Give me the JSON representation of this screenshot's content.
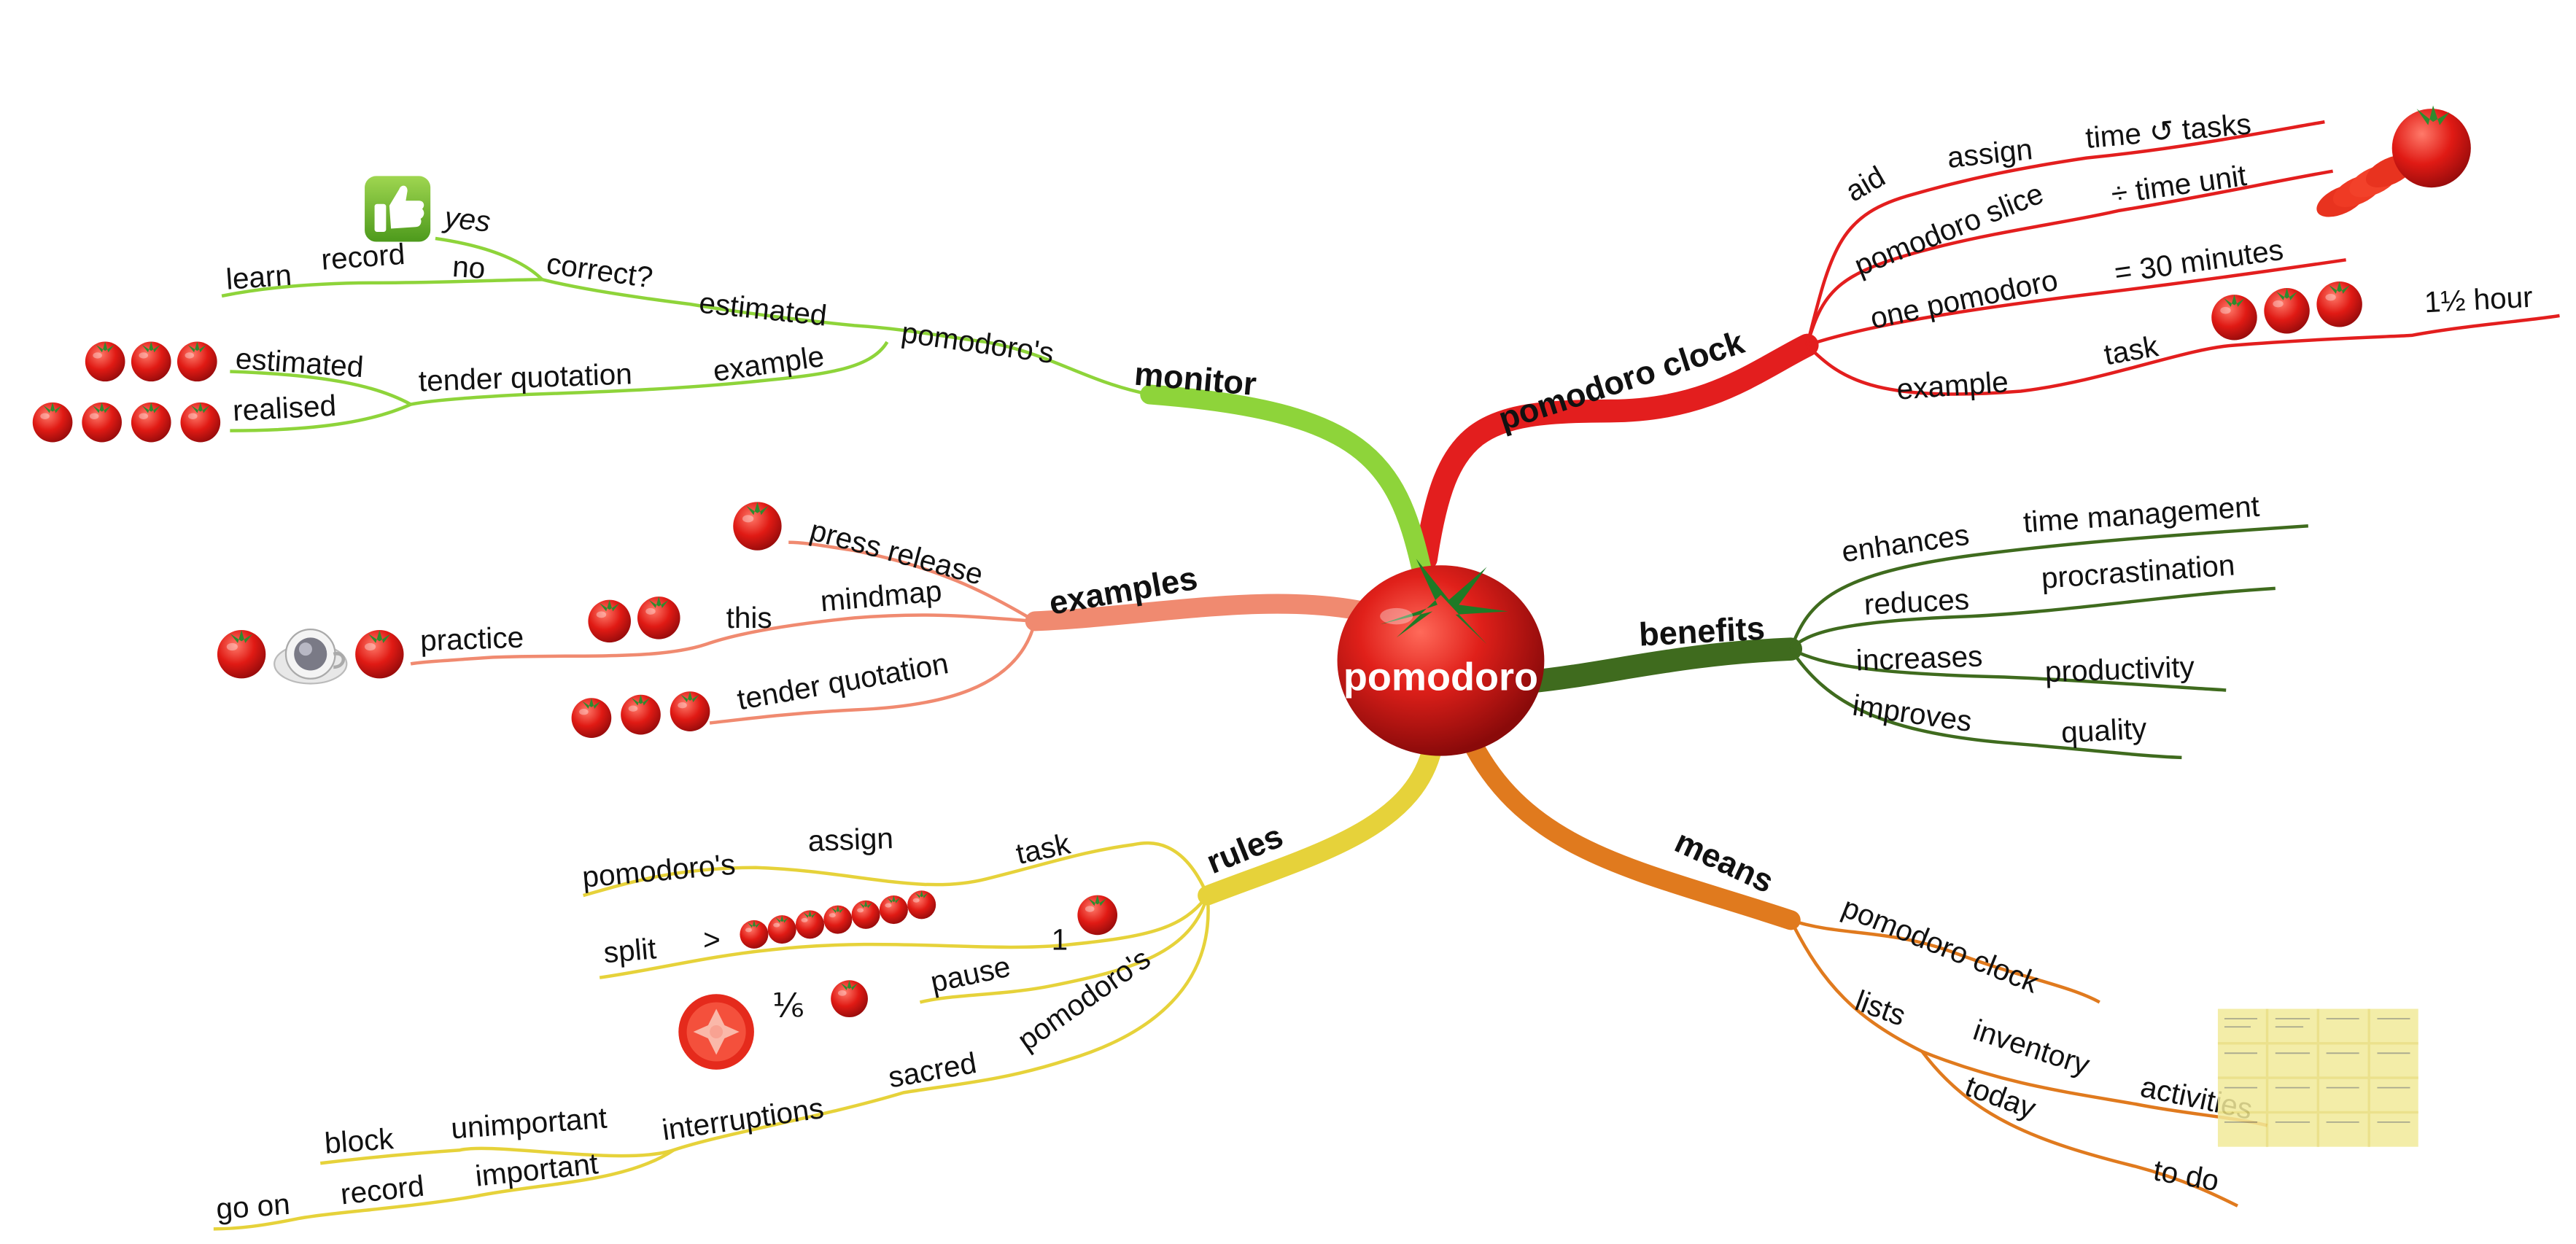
{
  "center": "pomodoro",
  "branches": {
    "pomodoro_clock": {
      "color": "#e31e1e",
      "label": "pomodoro clock",
      "items": {
        "aid": "aid",
        "assign": "assign",
        "time_tasks": "time ↺ tasks",
        "pomodoro_slice": "pomodoro slice",
        "time_unit": "÷ time unit",
        "one_pomodoro": "one pomodoro",
        "thirty_minutes": "= 30 minutes",
        "example": "example",
        "task": "task",
        "hour": "1½ hour"
      }
    },
    "benefits": {
      "color": "#3f6b1e",
      "label": "benefits",
      "items": {
        "enhances": "enhances",
        "time_management": "time management",
        "reduces": "reduces",
        "procrastination": "procrastination",
        "increases": "increases",
        "productivity": "productivity",
        "improves": "improves",
        "quality": "quality"
      }
    },
    "means": {
      "color": "#e07a1e",
      "label": "means",
      "items": {
        "pomodoro_clock": "pomodoro clock",
        "lists": "lists",
        "inventory": "inventory",
        "activities": "activities",
        "today": "today",
        "to_do": "to do"
      }
    },
    "rules": {
      "color": "#e6d23a",
      "label": "rules",
      "items": {
        "pomodoros": "pomodoro's",
        "assign": "assign",
        "task": "task",
        "split": "split",
        "gt": ">",
        "pause": "pause",
        "one": "1",
        "sixth": "⅙",
        "pomodoros2": "pomodoro's",
        "sacred": "sacred",
        "interruptions": "interruptions",
        "unimportant": "unimportant",
        "block": "block",
        "important": "important",
        "record": "record",
        "go_on": "go on"
      }
    },
    "examples": {
      "color": "#f08a70",
      "label": "examples",
      "items": {
        "press_release": "press release",
        "mindmap": "mindmap",
        "this": "this",
        "practice": "practice",
        "tender_quotation": "tender quotation"
      }
    },
    "monitor": {
      "color": "#8ed43a",
      "label": "monitor",
      "items": {
        "pomodoros": "pomodoro's",
        "estimated": "estimated",
        "correct": "correct?",
        "yes": "yes",
        "no": "no",
        "record": "record",
        "learn": "learn",
        "example": "example",
        "tender_quotation": "tender quotation",
        "estimated2": "estimated",
        "realised": "realised"
      }
    }
  },
  "icons": {
    "tomato": "tomato-icon",
    "thumbs_up": "thumbs-up-icon",
    "coffee": "coffee-cup-icon",
    "tomato_slice": "tomato-slice-icon",
    "sliced_tomato": "sliced-tomato-image",
    "sticky_notes": "sticky-notes-image"
  }
}
